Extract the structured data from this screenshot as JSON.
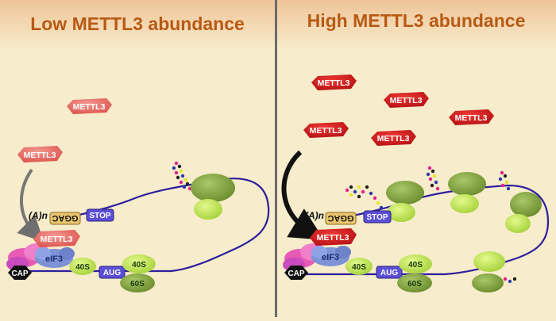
{
  "panels": [
    {
      "title": "Low METTL3 abundance",
      "labels": {
        "a_n": "(A)n",
        "ggac": "GGAC",
        "stop": "STOP",
        "aug": "AUG",
        "cap": "CAP",
        "eif3": "eIF3",
        "s40": "40S",
        "s60": "60S",
        "mettl3": "METTL3"
      }
    },
    {
      "title": "High METTL3 abundance",
      "labels": {
        "a_n": "(A)n",
        "ggac": "GGAC",
        "stop": "STOP",
        "aug": "AUG",
        "cap": "CAP",
        "eif3": "eIF3",
        "s40": "40S",
        "s60": "60S",
        "mettl3": "METTL3"
      }
    }
  ],
  "colors": {
    "background": "#f7eccb",
    "header": "#e8b487",
    "title": "#b85a14",
    "mettl3_low": "#e9625e",
    "mettl3_high": "#d21317",
    "ribosome_light": "#c9ec58",
    "ribosome_dark": "#7ea03c",
    "mrna": "#2e1f9e",
    "stop_box": "#5b4fd6",
    "ggac_box": "#e9c56e",
    "eif3": "#7e92d8",
    "eif4": "#e75bb4",
    "divider": "#6b6b6b"
  }
}
